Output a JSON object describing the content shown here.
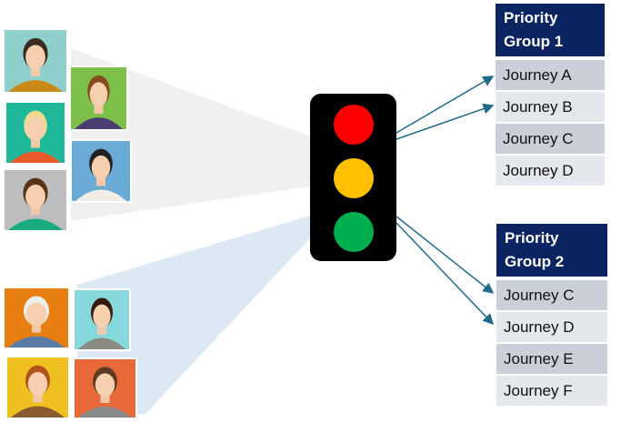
{
  "groups": [
    {
      "title_line1": "Priority",
      "title_line2": "Group 1",
      "journeys": [
        "Journey A",
        "Journey B",
        "Journey C",
        "Journey D"
      ]
    },
    {
      "title_line1": "Priority",
      "title_line2": "Group 2",
      "journeys": [
        "Journey C",
        "Journey D",
        "Journey E",
        "Journey F"
      ]
    }
  ],
  "colors": {
    "header": "#0b2462",
    "arrow": "#1f6b8c",
    "red": "#ff0000",
    "amber": "#ffc000",
    "green": "#00b050",
    "fan_gray": "#f0f0f0",
    "fan_blue": "#dce9f5"
  }
}
